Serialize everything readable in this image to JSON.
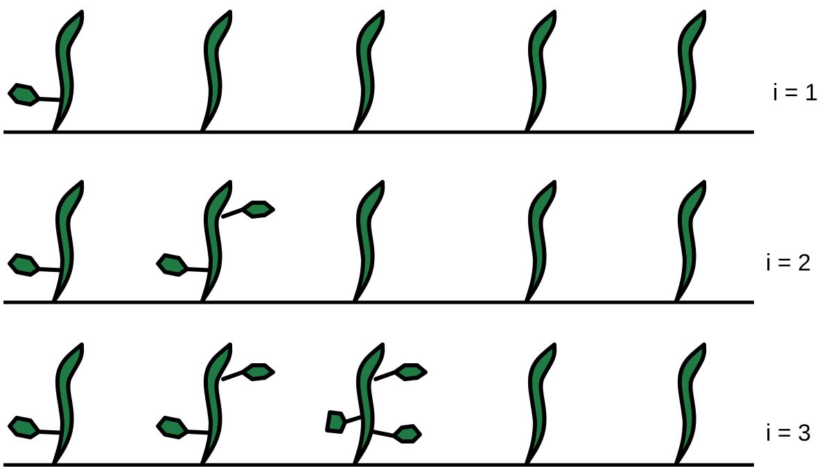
{
  "colors": {
    "leaf_fill": "#1f7a44",
    "outline": "#000000",
    "background": "#ffffff"
  },
  "rows": [
    {
      "label": "i = 1",
      "plants": [
        {
          "leaves": [
            "left-low"
          ]
        },
        {
          "leaves": []
        },
        {
          "leaves": []
        },
        {
          "leaves": []
        },
        {
          "leaves": []
        }
      ]
    },
    {
      "label": "i = 2",
      "plants": [
        {
          "leaves": [
            "left-low"
          ]
        },
        {
          "leaves": [
            "left-low",
            "right-high"
          ]
        },
        {
          "leaves": []
        },
        {
          "leaves": []
        },
        {
          "leaves": []
        }
      ]
    },
    {
      "label": "i = 3",
      "plants": [
        {
          "leaves": [
            "left-low"
          ]
        },
        {
          "leaves": [
            "left-low",
            "right-high"
          ]
        },
        {
          "leaves": [
            "left-mid",
            "right-high",
            "right-low"
          ]
        },
        {
          "leaves": []
        },
        {
          "leaves": []
        }
      ]
    }
  ]
}
